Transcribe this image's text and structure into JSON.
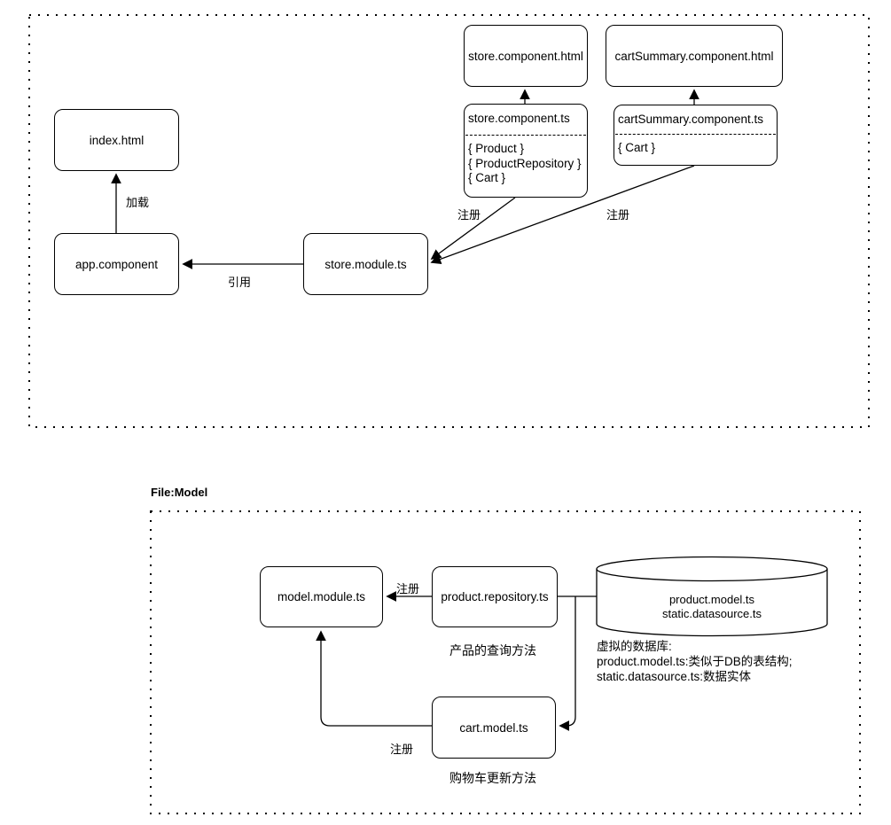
{
  "diagram": {
    "top": {
      "nodes": {
        "index_html": "index.html",
        "app_component": "app.component",
        "store_module_ts": "store.module.ts",
        "store_component_html": "store.component.html",
        "cart_summary_component_html": "cartSummary.component.html",
        "store_component_ts": {
          "title": "store.component.ts",
          "imports": [
            "{ Product }",
            "{ ProductRepository }",
            "{ Cart }"
          ]
        },
        "cart_summary_component_ts": {
          "title": "cartSummary.component.ts",
          "imports": [
            "{ Cart }"
          ]
        }
      },
      "edge_labels": {
        "load": "加载",
        "reference": "引用",
        "register_store": "注册",
        "register_cart_summary": "注册"
      }
    },
    "model": {
      "heading": "File:Model",
      "nodes": {
        "model_module_ts": "model.module.ts",
        "product_repository_ts": "product.repository.ts",
        "cart_model_ts": "cart.model.ts",
        "database": {
          "lines": [
            "product.model.ts",
            "static.datasource.ts"
          ]
        }
      },
      "edge_labels": {
        "register_repository": "注册",
        "register_cart": "注册"
      },
      "captions": {
        "product_query": "产品的查询方法",
        "cart_update": "购物车更新方法"
      },
      "db_note": [
        "虚拟的数据库:",
        "product.model.ts:类似于DB的表结构;",
        "static.datasource.ts:数据实体"
      ]
    },
    "colors": {
      "stroke": "#000000",
      "fill": "#ffffff"
    }
  }
}
